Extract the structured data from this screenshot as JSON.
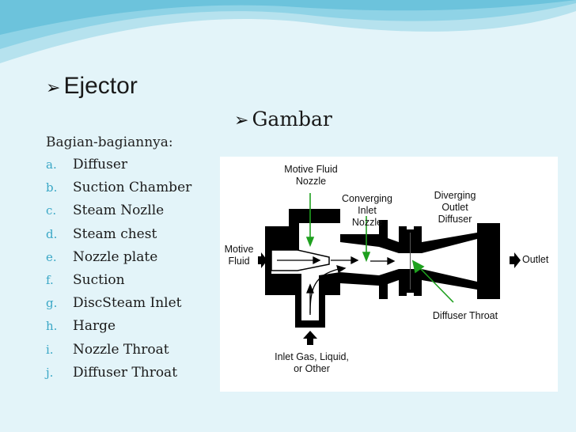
{
  "slide": {
    "title": "Ejector",
    "right_heading": "Gambar",
    "subtitle": "Bagian-bagiannya:",
    "parts": [
      {
        "letter": "a.",
        "text": "Diffuser"
      },
      {
        "letter": "b.",
        "text": "Suction Chamber"
      },
      {
        "letter": "c.",
        "text": "Steam Nozlle"
      },
      {
        "letter": "d.",
        "text": "Steam chest"
      },
      {
        "letter": "e.",
        "text": "Nozzle plate"
      },
      {
        "letter": "f.",
        "text": "Suction"
      },
      {
        "letter": "g.",
        "text": "DiscSteam Inlet"
      },
      {
        "letter": "h.",
        "text": "Harge"
      },
      {
        "letter": "i.",
        "text": "Nozzle Throat"
      },
      {
        "letter": "j.",
        "text": "Diffuser Throat"
      }
    ]
  },
  "diagram": {
    "labels": {
      "motive_fluid_nozzle": "Motive Fluid\nNozzle",
      "converging_inlet_nozzle": "Converging\nInlet\nNozzle",
      "diverging_outlet_diffuser": "Diverging\nOutlet\nDiffuser",
      "motive_fluid": "Motive\nFluid",
      "outlet": "Outlet",
      "diffuser_throat": "Diffuser Throat",
      "inlet_gas": "Inlet Gas, Liquid,\nor Other"
    }
  },
  "colors": {
    "background": "#e3f4f9",
    "accent": "#3aa7c6",
    "arrow_green": "#1fa01f",
    "wave_dark": "#7ccbe0",
    "wave_light": "#b6e2ee"
  }
}
